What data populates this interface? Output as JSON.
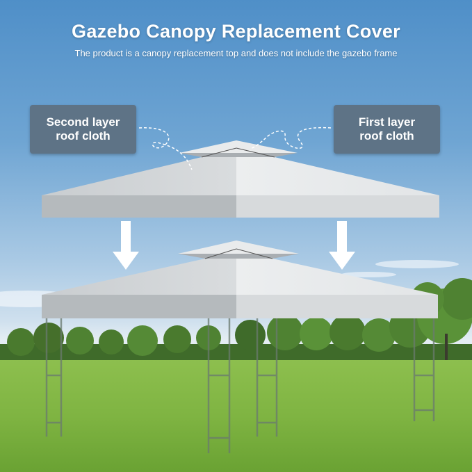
{
  "header": {
    "title": "Gazebo Canopy Replacement Cover",
    "subtitle": "The product is a canopy replacement top and does not include the gazebo frame"
  },
  "callouts": {
    "second_layer": {
      "line1": "Second layer",
      "line2": "roof cloth"
    },
    "first_layer": {
      "line1": "First layer",
      "line2": "roof cloth"
    }
  },
  "colors": {
    "sky_top": "#4f8fc8",
    "grass": "#7fb442",
    "canopy": "#e6e9ea",
    "label_bg": "#5e7386",
    "arrow": "#ffffff"
  }
}
